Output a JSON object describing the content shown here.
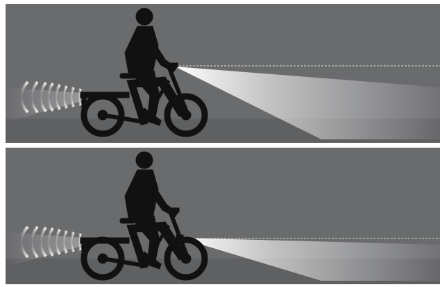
{
  "colors": {
    "background": "#6a6b6d",
    "silhouette": "#111111",
    "beam": "#ffffff",
    "page": "#ffffff"
  },
  "illustrations": [
    {
      "label": "",
      "headlight_beam": "angled-down",
      "cutoff_line": "dashed"
    },
    {
      "label": "",
      "headlight_beam": "level",
      "cutoff_line": "dashed"
    }
  ]
}
